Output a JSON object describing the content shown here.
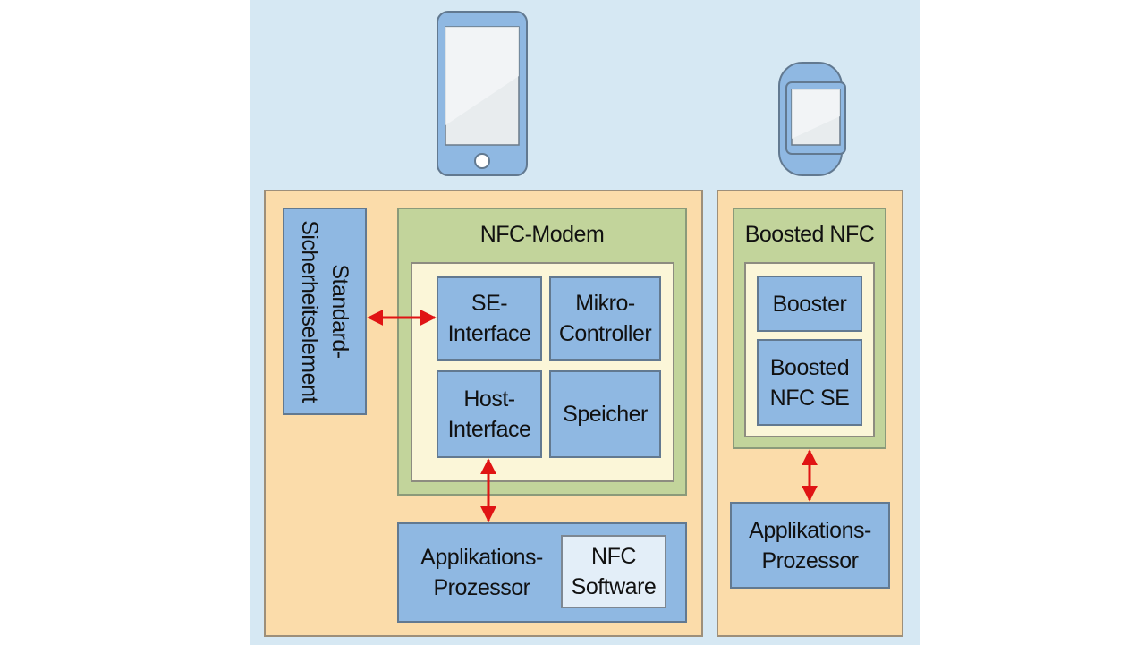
{
  "phone_side": {
    "nfc_modem": {
      "title": "NFC-Modem",
      "se_interface": "SE-\nInterface",
      "mikro_controller": "Mikro-\nController",
      "host_interface": "Host-\nInterface",
      "speicher": "Speicher"
    },
    "sicherheitselement": "Standard-\nSicherheitselement",
    "applikations_prozessor": "Applikations-\nProzessor",
    "nfc_software": "NFC\nSoftware"
  },
  "watch_side": {
    "boosted_nfc": {
      "title": "Boosted NFC",
      "booster": "Booster",
      "boosted_nfc_se": "Boosted\nNFC SE"
    },
    "applikations_prozessor": "Applikations-\nProzessor"
  },
  "colors": {
    "background": "#d6e8f3",
    "device_panel": "#fbdcaa",
    "modem": "#c2d49b",
    "inner": "#fbf6d8",
    "block": "#8fb8e2",
    "arrow": "#e01414"
  }
}
